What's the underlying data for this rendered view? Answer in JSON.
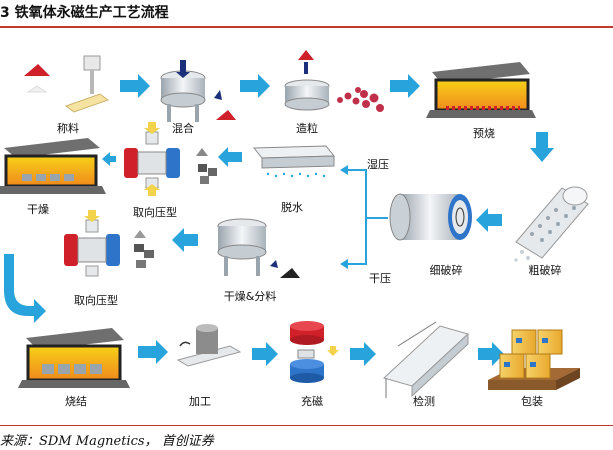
{
  "title": "3  铁氧体永磁生产工艺流程",
  "source": "来源：SDM Magnetics， 首创证券",
  "steps": {
    "weighing": "称料",
    "mixing": "混合",
    "granulating": "造粒",
    "presintering": "预烧",
    "coarse_crushing": "粗破碎",
    "fine_crushing": "细破碎",
    "wet_pressing": "湿压",
    "dry_pressing": "干压",
    "dewatering": "脱水",
    "oriented_pressing_1": "取向压型",
    "drying": "干燥",
    "drying_and_sorting": "干燥&分料",
    "oriented_pressing_2": "取向压型",
    "sintering": "烧结",
    "machining": "加工",
    "magnetizing": "充磁",
    "inspection": "检测",
    "packaging": "包装"
  },
  "colors": {
    "accent_red": "#c0392b",
    "arrow_blue": "#29a3dc",
    "powder_red": "#d0202a",
    "furnace_yellow": "#f7d117",
    "furnace_orange": "#f08a1d",
    "pallet_brown": "#8b5a2b",
    "magnet_blue": "#2e74c9"
  }
}
